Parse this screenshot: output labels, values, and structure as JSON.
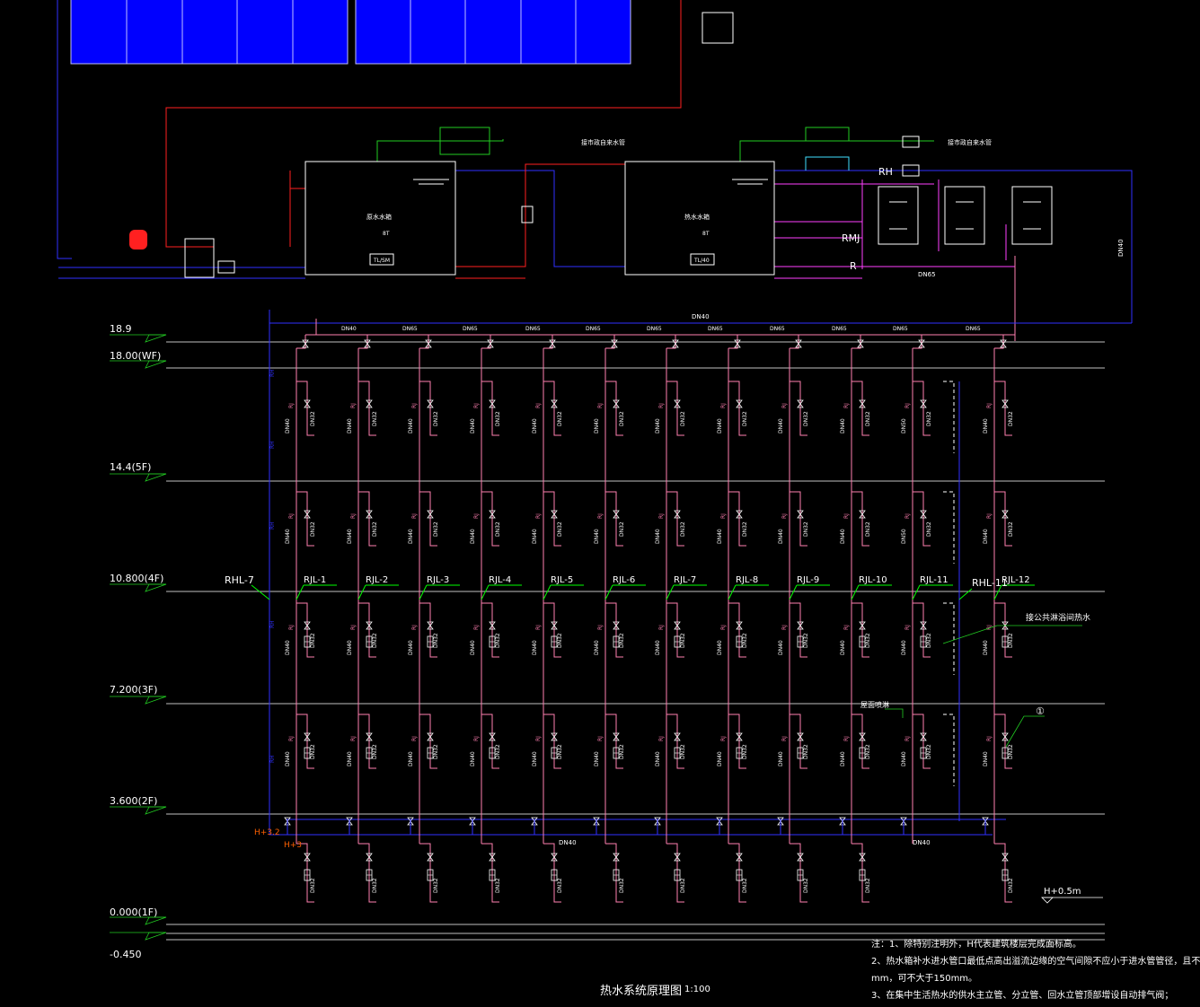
{
  "title": "热水系统原理图",
  "scale": "1:100",
  "levels": [
    "18.9",
    "18.00(WF)",
    "14.4(5F)",
    "10.800(4F)",
    "7.200(3F)",
    "3.600(2F)",
    "0.000(1F)",
    "-0.450"
  ],
  "risers": [
    "RJL-1",
    "RJL-2",
    "RJL-3",
    "RJL-4",
    "RJL-5",
    "RJL-6",
    "RJL-7",
    "RJL-8",
    "RJL-9",
    "RJL-10",
    "RJL-11",
    "RJL-12"
  ],
  "return_riser": "RHL-7",
  "return_riser_2": "RHL-11",
  "labels": {
    "tank1": "原水水箱",
    "tank2": "热水水箱",
    "tank1_code": "TL/SM",
    "tank2_code": "TL/40",
    "tank_cap": "8T",
    "supply_note": "接市政自来水管",
    "heat_pump_note": "接公共淋浴间热水",
    "spray_note": "屋面喷淋",
    "rh": "RH",
    "rmj": "RMJ",
    "r": "R",
    "h32": "H+3.2",
    "h3": "H+3",
    "h05": "H+0.5m",
    "circle1": "①",
    "main_top": "DN40",
    "main_bottom": "DN40",
    "return_dn": "DN65",
    "tank_pipe_dn": "DN40",
    "dn_row": [
      "DN40",
      "DN65",
      "DN65",
      "DN65",
      "DN65",
      "DN65",
      "DN65",
      "DN65",
      "DN65",
      "DN65",
      "DN65"
    ],
    "riser_dn": "DN40",
    "branch_dn": "DN32",
    "dn50": "DN50",
    "rj": "RJ",
    "rh_small": "RH",
    "t": "T",
    "j": "J"
  },
  "notes": [
    "注：1、除特别注明外，H代表建筑楼层完成面标高。",
    "2、热水箱补水进水管口最低点高出溢流边缘的空气间隙不应小于进水管管径，且不",
    "mm，可不大于150mm。",
    "3、在集中生活热水的供水主立管、分立管、回水立管顶部增设自动排气阀；"
  ],
  "colors": {
    "bg": "#000000",
    "hot_supply": "#ff7fb0",
    "return": "#3030ff",
    "cold": "#22cc22",
    "red_pipe": "#ff2020",
    "white": "#ffffff",
    "solar": "#0000ff",
    "magenta": "#ff40ff",
    "cyan": "#40e0ff",
    "green_label": "#00ff00",
    "orange": "#ff6000",
    "yellow": "#ffff00"
  }
}
